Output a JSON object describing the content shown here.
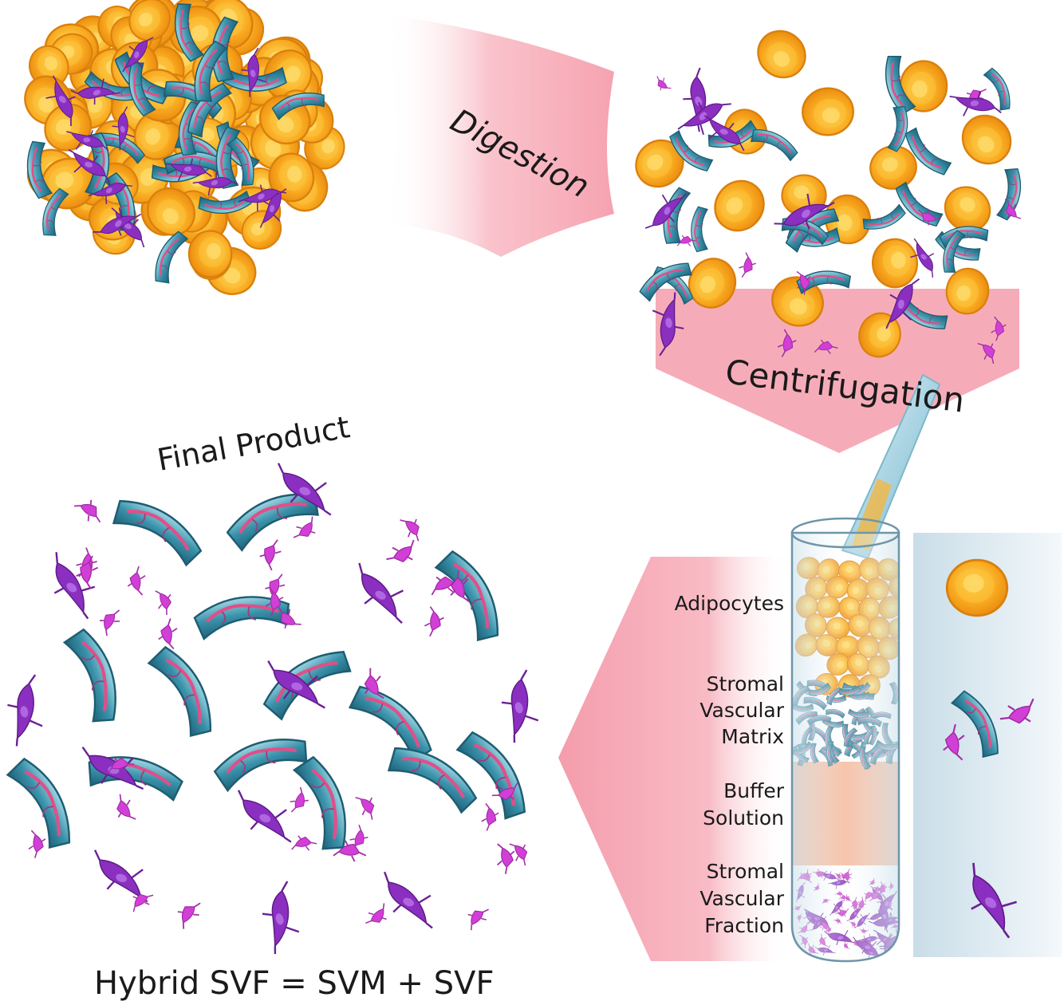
{
  "steps": {
    "digestion": "Digestion",
    "centrifugation": "Centrifugation",
    "final_product": "Final Product"
  },
  "tube_layers": {
    "adipocytes": "Adipocytes",
    "svm": [
      "Stromal",
      "Vascular",
      "Matrix"
    ],
    "buffer": [
      "Buffer",
      "Solution"
    ],
    "svf": [
      "Stromal",
      "Vascular",
      "Fraction"
    ]
  },
  "formula": "Hybrid SVF = SVM + SVF",
  "colors": {
    "adipocyte_fill": "#f9a81c",
    "adipocyte_outline": "#e88a12",
    "nucleus": "#ffd35a",
    "matrix_teal": "#2f8097",
    "matrix_light": "#7ec4d6",
    "vessel_pink": "#e0508a",
    "stromal_purple": "#8e2fbf",
    "small_cell_magenta": "#d23fd6",
    "arrow_pink": "#f6a4b2",
    "buffer_peach": "#f3b090",
    "panel_blue": "#dbe8ef"
  }
}
